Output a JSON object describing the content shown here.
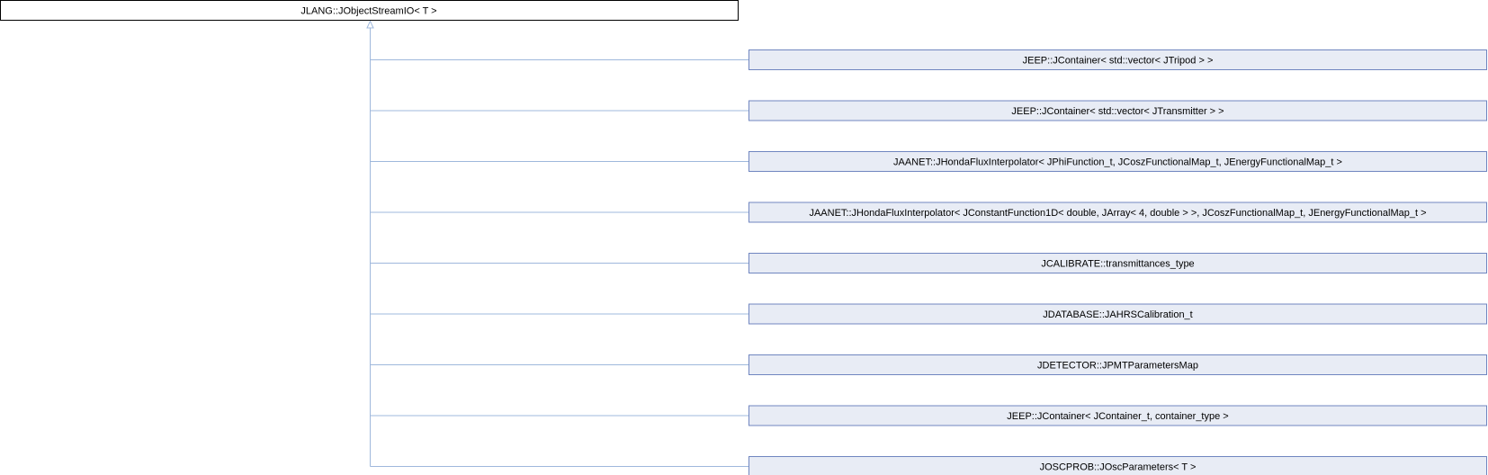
{
  "diagram": {
    "base_class": {
      "label": "JLANG::JObjectStreamIO< T >"
    },
    "derived_classes": [
      {
        "label": "JEEP::JContainer< std::vector< JTripod > >"
      },
      {
        "label": "JEEP::JContainer< std::vector< JTransmitter > >"
      },
      {
        "label": "JAANET::JHondaFluxInterpolator< JPhiFunction_t, JCoszFunctionalMap_t, JEnergyFunctionalMap_t >"
      },
      {
        "label": "JAANET::JHondaFluxInterpolator< JConstantFunction1D< double, JArray< 4, double > >, JCoszFunctionalMap_t, JEnergyFunctionalMap_t >"
      },
      {
        "label": "JCALIBRATE::transmittances_type"
      },
      {
        "label": "JDATABASE::JAHRSCalibration_t"
      },
      {
        "label": "JDETECTOR::JPMTParametersMap"
      },
      {
        "label": "JEEP::JContainer< JContainer_t, container_type >"
      },
      {
        "label": "JOSCPROB::JOscParameters< T >"
      }
    ],
    "colors": {
      "base_fill": "#ffffff",
      "base_stroke": "#000000",
      "derived_fill": "#e8ecf5",
      "derived_stroke": "#7086c0",
      "edge": "#9fb8dc"
    }
  }
}
